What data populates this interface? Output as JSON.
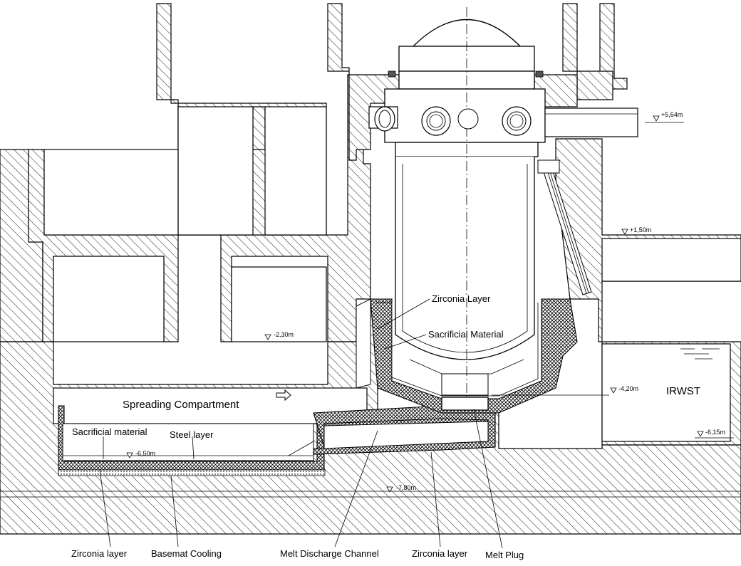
{
  "labels": {
    "zirconia_layer_top": "Zirconia Layer",
    "sacrificial_material_top": "Sacrificial Material",
    "spreading_compartment": "Spreading Compartment",
    "sacrificial_material_left": "Sacrificial material",
    "steel_layer": "Steel layer",
    "irwst": "IRWST",
    "bottom_zirconia_left": "Zirconia layer",
    "bottom_basemat_cooling": "Basemat Cooling",
    "bottom_melt_discharge_channel": "Melt Discharge Channel",
    "bottom_zirconia_right": "Zirconia layer",
    "bottom_melt_plug": "Melt Plug"
  },
  "elevations": {
    "e_plus_5_64": "+5,64m",
    "e_plus_1_50": "+1,50m",
    "e_minus_2_30": "-2,30m",
    "e_minus_4_20": "-4,20m",
    "e_minus_6_15": "-6,15m",
    "e_minus_6_50": "-6,50m",
    "e_minus_7_80": "-7,80m"
  },
  "colors": {
    "line": "#000000",
    "background": "#ffffff",
    "hatch": "#000000"
  }
}
